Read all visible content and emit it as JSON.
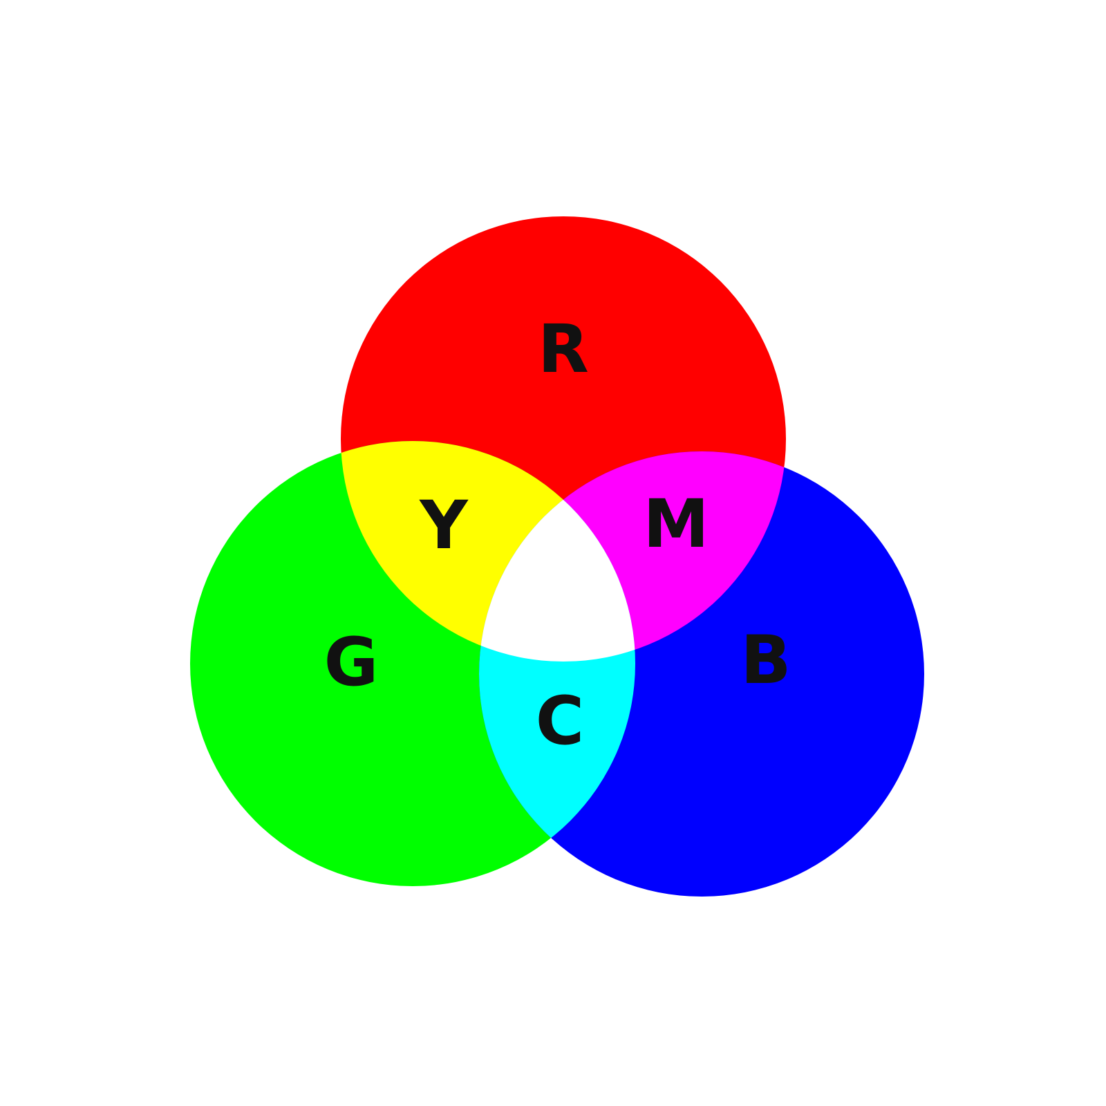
{
  "colors": {
    "background": "#ffffff",
    "red": "#ff0000",
    "green": "#00ff00",
    "blue": "#0000ff",
    "yellow": "#ffff00",
    "magenta": "#ff00ff",
    "cyan": "#00ffff",
    "white": "#ffffff",
    "label": "#111111"
  },
  "labels": {
    "red": "R",
    "green": "G",
    "blue": "B",
    "yellow": "Y",
    "magenta": "M",
    "cyan": "C"
  }
}
